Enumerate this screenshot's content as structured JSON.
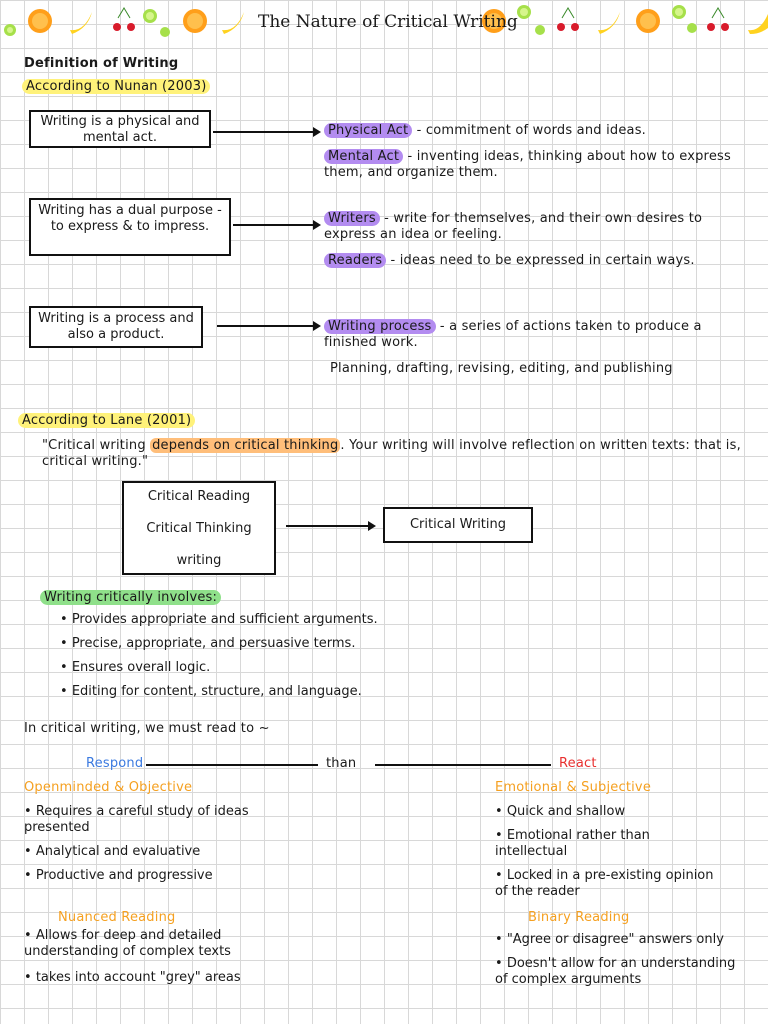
{
  "header": {
    "title": "The Nature of Critical Writing"
  },
  "section1": {
    "heading": "Definition of Writing",
    "source": "According to Nunan (2003)",
    "rows": [
      {
        "box": "Writing is a physical and mental act.",
        "items": [
          {
            "term": "Physical Act",
            "desc": " - commitment of words and ideas."
          },
          {
            "term": "Mental Act",
            "desc": " - inventing ideas, thinking about how to express them, and organize them."
          }
        ]
      },
      {
        "box": "Writing has a dual purpose - to express & to impress.",
        "items": [
          {
            "term": "Writers",
            "desc": " - write for themselves, and their own desires to express an idea or feeling."
          },
          {
            "term": "Readers",
            "desc": " - ideas need to be expressed in certain ways."
          }
        ]
      },
      {
        "box": "Writing is a process and also a product.",
        "items": [
          {
            "term": "Writing process",
            "desc": " - a series of actions taken to produce a finished work."
          },
          {
            "term": "",
            "desc": "Planning, drafting, revising, editing, and publishing"
          }
        ]
      }
    ]
  },
  "section2": {
    "source": "According to Lane (2001)",
    "quote_pre": "\"Critical writing ",
    "quote_hl": "depends on critical thinking",
    "quote_post": ". Your writing will involve reflection on written texts: that is, critical writing.\"",
    "flow_left": [
      "Critical Reading",
      "Critical Thinking",
      "writing"
    ],
    "flow_right": "Critical Writing",
    "involves_label": "Writing critically involves:",
    "involves": [
      "Provides appropriate and sufficient arguments.",
      "Precise, appropriate, and persuasive terms.",
      "Ensures overall logic.",
      "Editing for content, structure, and language."
    ]
  },
  "section3": {
    "intro": "In critical writing, we must read to ~",
    "left_label": "Respond",
    "middle_label": "than",
    "right_label": "React",
    "left": {
      "sub": "Openminded & Objective",
      "points": [
        "Requires a careful study of ideas presented",
        "Analytical and evaluative",
        "Productive and progressive"
      ],
      "sub2": "Nuanced Reading",
      "points2": [
        "Allows for deep and detailed understanding of complex texts",
        "takes into account \"grey\" areas"
      ]
    },
    "right": {
      "sub": "Emotional & Subjective",
      "points": [
        "Quick and shallow",
        "Emotional rather than intellectual",
        "Locked in a pre-existing opinion of the reader"
      ],
      "sub2": "Binary Reading",
      "points2": [
        "\"Agree or disagree\" answers only",
        "Doesn't allow for an understanding of complex arguments"
      ]
    }
  },
  "colors": {
    "yellow_highlight": "#fff27a",
    "purple_highlight": "#b38cf0",
    "green_highlight": "#8fe08a",
    "orange_highlight": "#ffbe7a",
    "respond_blue": "#3b7ae0",
    "react_red": "#e8302f",
    "subheading_orange": "#f5a020"
  }
}
